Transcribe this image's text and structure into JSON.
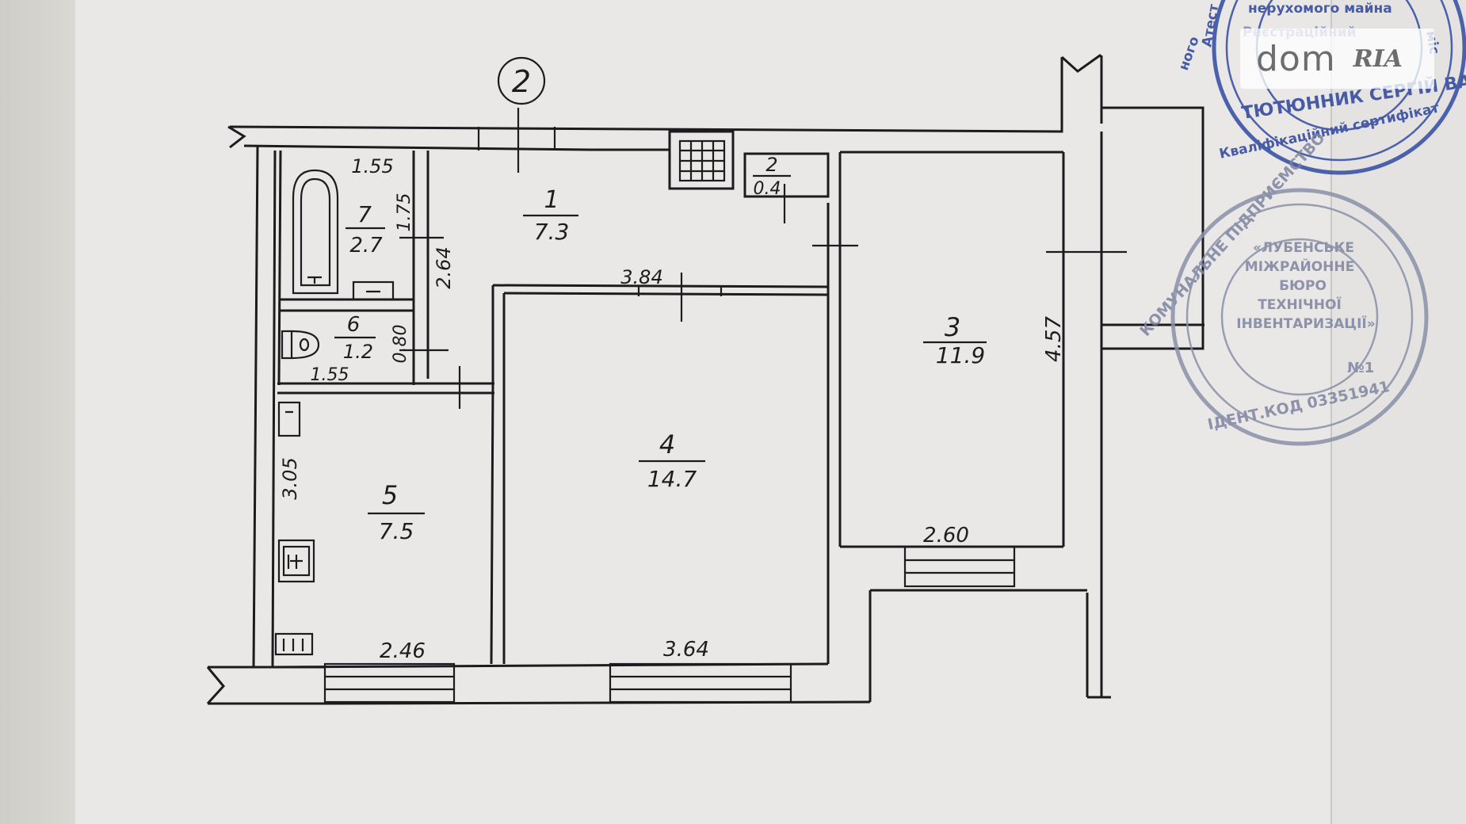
{
  "plan": {
    "section_marker": "2",
    "rooms": [
      {
        "number": "1",
        "area": "7.3"
      },
      {
        "number": "2",
        "area": "0.4"
      },
      {
        "number": "3",
        "area": "11.9"
      },
      {
        "number": "4",
        "area": "14.7"
      },
      {
        "number": "5",
        "area": "7.5"
      },
      {
        "number": "6",
        "area": "1.2"
      },
      {
        "number": "7",
        "area": "2.7"
      }
    ],
    "dimensions": {
      "bath_width_top": "1.55",
      "bath_height": "1.75",
      "corridor_height": "2.64",
      "room4_top": "3.84",
      "wc_height": "0.80",
      "wc_width": "1.55",
      "kitchen_height": "3.05",
      "kitchen_width": "2.46",
      "room4_bottom": "3.64",
      "room3_height": "4.57",
      "room3_width": "2.60"
    }
  },
  "stamps": {
    "top_stamp_lines": [
      "нерухомого майна",
      "Реєстраційний",
      "ТЮТЮННИК СЕРГІЙ ВАС",
      "Кваліфікаційний сертифікат",
      "Атест",
      "міс",
      "ного"
    ],
    "bureau_stamp_lines": [
      "«ЛУБЕНСЬКЕ",
      "МІЖРАЙОННЕ",
      "БЮРО",
      "ТЕХНІЧНОЇ",
      "ІНВЕНТАРИЗАЦІЇ»",
      "КОМУНАЛЬНЕ ПІДПРИЄМСТВО",
      "ІДЕНТ.КОД 03351941",
      "№1"
    ]
  },
  "watermark": {
    "brand": "dom",
    "sub": "RIA"
  }
}
